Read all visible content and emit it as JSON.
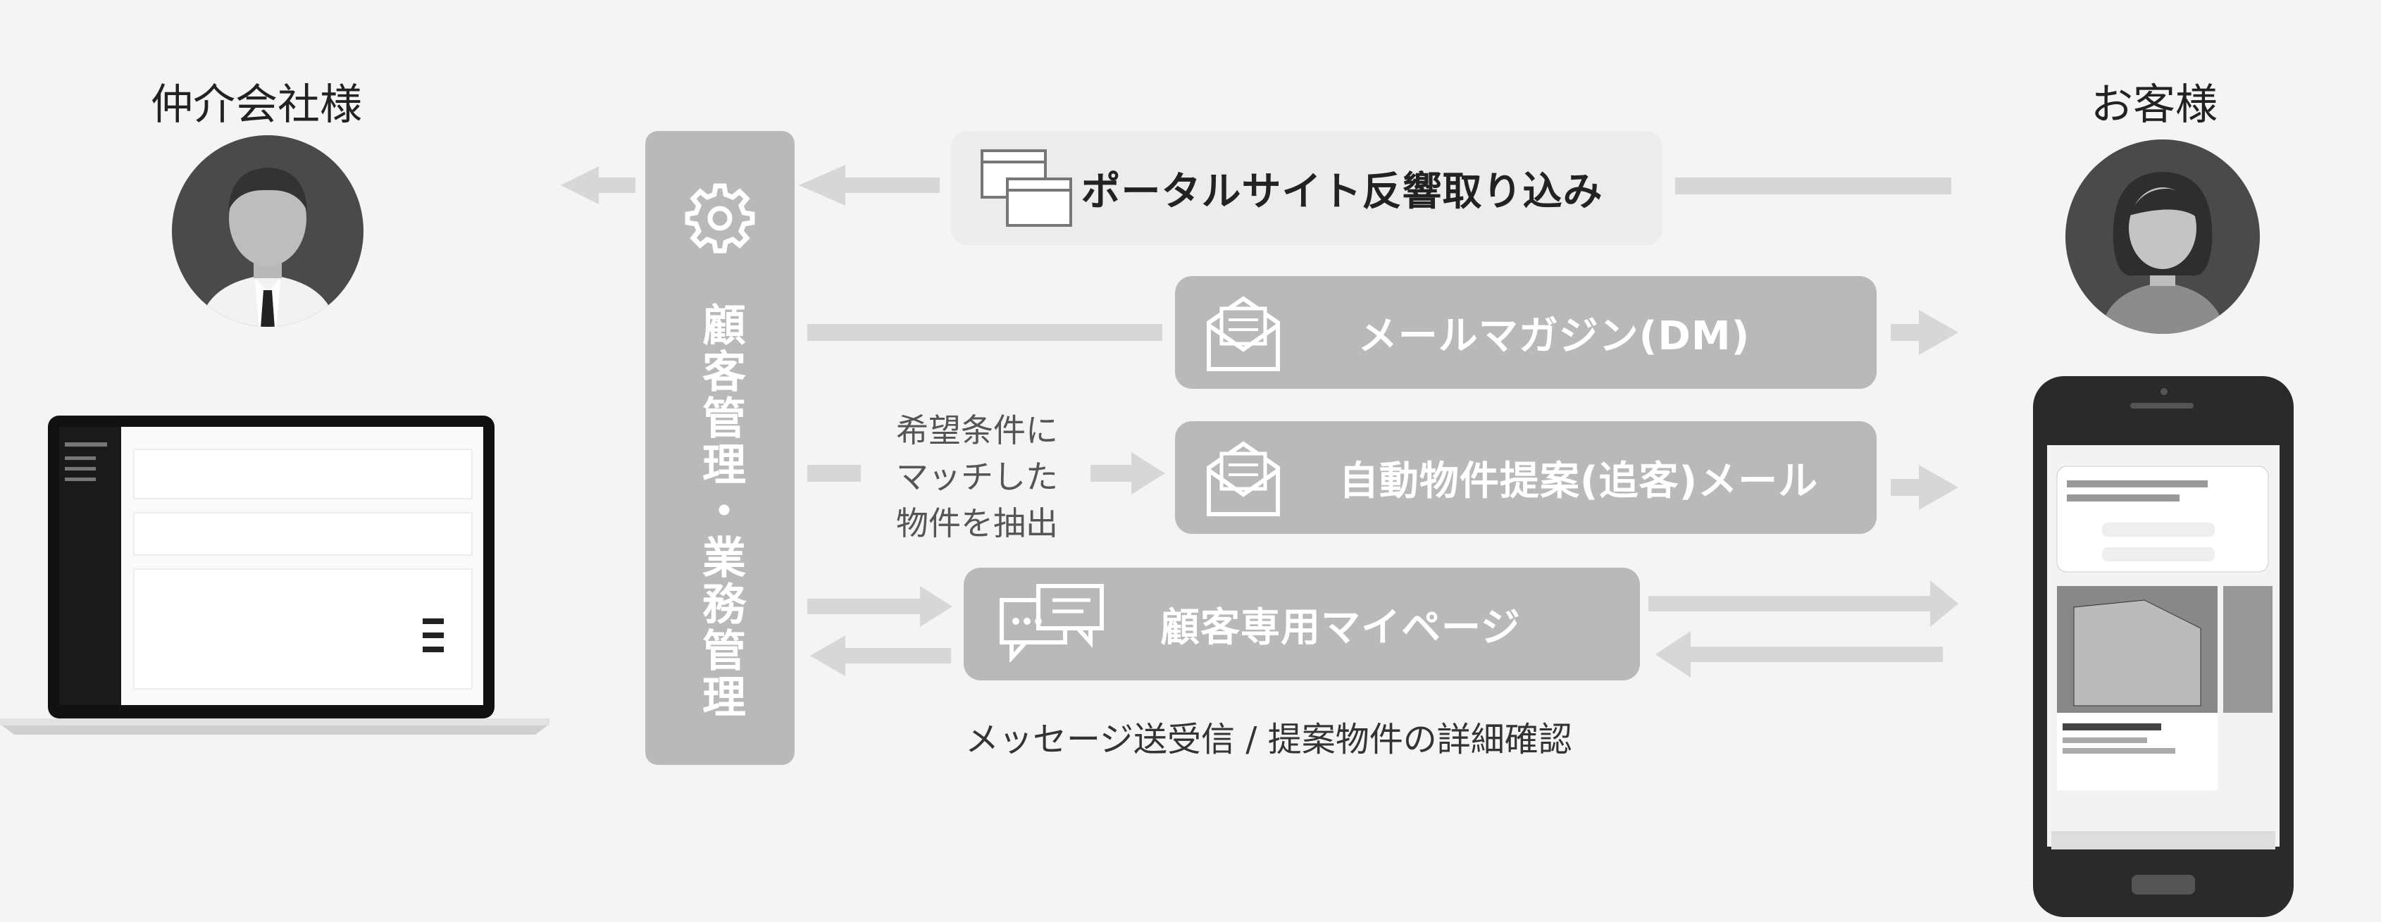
{
  "left_actor": {
    "label": "仲介会社様"
  },
  "right_actor": {
    "label": "お客様"
  },
  "center_system": {
    "label": "顧客管理・業務管理",
    "icon": "gear-icon"
  },
  "flows": [
    {
      "label": "ポータルサイト反響取り込み",
      "icon": "browser-windows-icon"
    },
    {
      "label": "メールマガジン(DM)",
      "icon": "envelope-icon"
    },
    {
      "label": "自動物件提案(追客)メール",
      "icon": "envelope-icon"
    },
    {
      "label": "顧客専用マイページ",
      "icon": "chat-bubbles-icon"
    }
  ],
  "annotation": [
    "希望条件に",
    "マッチした",
    "物件を抽出"
  ],
  "caption": "メッセージ送受信 / 提案物件の詳細確認",
  "colors": {
    "node_gray": "#b9b9b9",
    "portal_bg": "#ececec",
    "arrow_gray": "#d7d7d7",
    "background": "#f4f4f4"
  }
}
